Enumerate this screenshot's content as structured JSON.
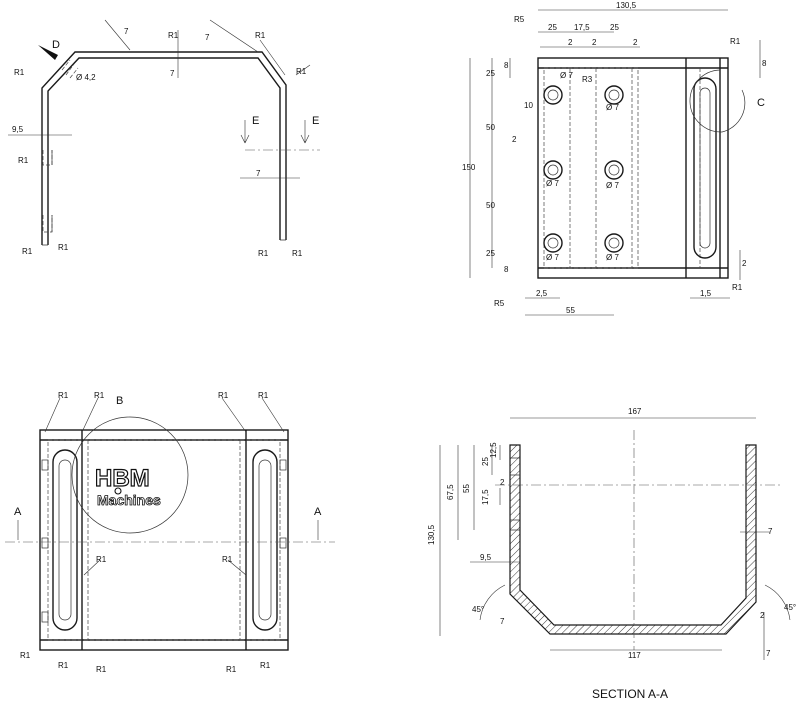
{
  "labels": {
    "view_d": "D",
    "view_b": "B",
    "view_c": "C",
    "sec_e_l": "E",
    "sec_e_r": "E",
    "sec_a_l": "A",
    "sec_a_r": "A",
    "section_caption": "SECTION A-A"
  },
  "logo": {
    "line1": "HBM",
    "line2": "Machines"
  },
  "dims_top_left": {
    "d_7a": "7",
    "d_7b": "7",
    "d_r1a": "R1",
    "d_r1b": "R1",
    "d_7c": "7",
    "d_r1c": "R1",
    "d_r1d": "R1",
    "d_46": "Ø 4,2",
    "d_95": "9,5",
    "d_r1e": "R1",
    "d_7d": "7",
    "d_r1f": "R1",
    "d_r1g": "R1",
    "d_r1h": "R1",
    "d_r1i": "R1"
  },
  "dims_top_right": {
    "w_1305": "130,5",
    "w_25a": "25",
    "w_175": "17,5",
    "w_25b": "25",
    "w_2a": "2",
    "w_2b": "2",
    "w_2c": "2",
    "r5a": "R5",
    "r1a": "R1",
    "r3": "R3",
    "h_8a": "8",
    "h_25a": "25",
    "h_10": "10",
    "h_50a": "50",
    "h_2": "2",
    "h_150": "150",
    "h_50b": "50",
    "h_25b": "25",
    "h_8b": "8",
    "h_8c": "8",
    "h_2r": "2",
    "hole1": "Ø 7",
    "hole2": "Ø 7",
    "hole3": "Ø 7",
    "hole4": "Ø 7",
    "hole5": "Ø 7",
    "hole6": "Ø 7",
    "r5b": "R5",
    "w_25": "2,5",
    "w_55": "55",
    "w_15": "1,5",
    "r1b": "R1"
  },
  "dims_bottom_left": {
    "r1_1": "R1",
    "r1_2": "R1",
    "r1_3": "R1",
    "r1_4": "R1",
    "r1_5": "R1",
    "r1_6": "R1",
    "r1_7": "R1",
    "r1_8": "R1",
    "r1_9": "R1",
    "r1_10": "R1",
    "r1_11": "R1"
  },
  "dims_section": {
    "w_167": "167",
    "w_117": "117",
    "h_1305": "130,5",
    "h_675": "67,5",
    "h_55": "55",
    "h_25": "25",
    "h_125": "12,5",
    "h_175": "17,5",
    "h_2": "2",
    "w_95": "9,5",
    "t_7a": "7",
    "t_7b": "7",
    "t_7c": "7",
    "t_2": "2",
    "a_45l": "45°",
    "a_45r": "45°"
  }
}
